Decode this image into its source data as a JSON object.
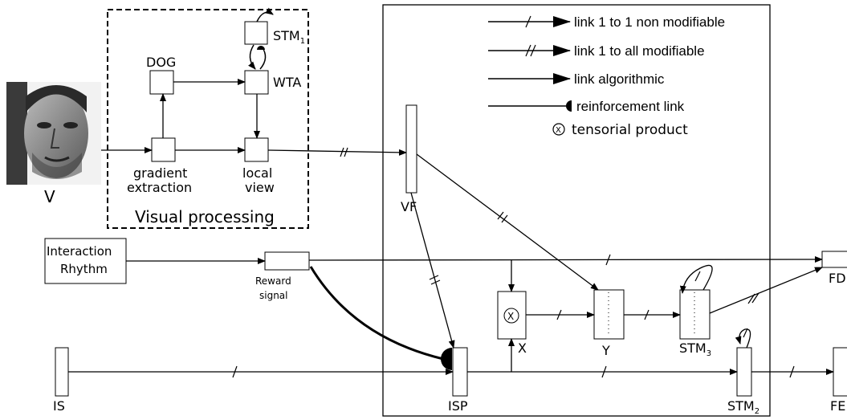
{
  "inputs": {
    "v_label": "V",
    "interaction_rhythm_line1": "Interaction",
    "interaction_rhythm_line2": "Rhythm",
    "is_label": "IS"
  },
  "visual_processing": {
    "title": "Visual processing",
    "stm1_label": "STM",
    "stm1_sub": "1",
    "dog_label": "DOG",
    "wta_label": "WTA",
    "gradient_line1": "gradient",
    "gradient_line2": "extraction",
    "local_line1": "local",
    "local_line2": "view"
  },
  "network": {
    "vf_label": "VF",
    "reward_line1": "Reward",
    "reward_line2": "signal",
    "tensor_symbol": "X",
    "x_label": "X",
    "y_label": "Y",
    "stm3_label": "STM",
    "stm3_sub": "3",
    "isp_label": "ISP",
    "stm2_label": "STM",
    "stm2_sub": "2",
    "fd_label": "FD",
    "fe_label": "FE"
  },
  "legend": {
    "items": [
      {
        "label": "link 1 to 1 non modifiable"
      },
      {
        "label": "link 1 to all modifiable"
      },
      {
        "label": "link algorithmic"
      },
      {
        "label": "reinforcement link"
      },
      {
        "label": "tensorial product",
        "symbol": "X"
      }
    ]
  }
}
